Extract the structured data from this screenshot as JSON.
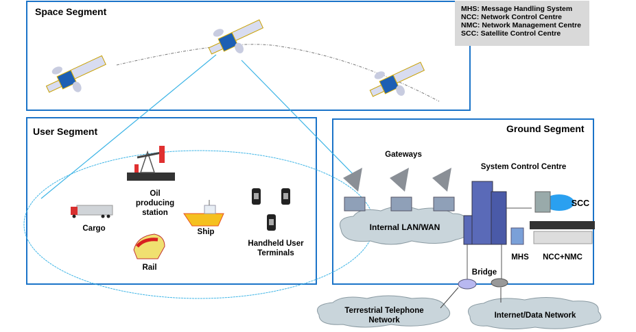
{
  "legend": {
    "items": [
      "MHS: Message Handling System",
      "NCC: Network Control Centre",
      "NMC: Network Management Centre",
      "SCC: Satellite Control Centre"
    ]
  },
  "space_segment": {
    "title": "Space Segment",
    "satellites": [
      "satellite-left",
      "satellite-center",
      "satellite-right"
    ]
  },
  "user_segment": {
    "title": "User Segment",
    "items": {
      "cargo": "Cargo",
      "oil_line1": "Oil",
      "oil_line2": "producing",
      "oil_line3": "station",
      "ship": "Ship",
      "rail": "Rail",
      "handheld_line1": "Handheld User",
      "handheld_line2": "Terminals"
    }
  },
  "ground_segment": {
    "title": "Ground Segment",
    "gateways": "Gateways",
    "scc_center": "System Control Centre",
    "scc": "SCC",
    "internal_lan": "Internal LAN/WAN",
    "mhs": "MHS",
    "ncc_nmc": "NCC+NMC",
    "bridge": "Bridge"
  },
  "external": {
    "telephone_line1": "Terrestrial Telephone",
    "telephone_line2": "Network",
    "internet": "Internet/Data Network"
  },
  "colors": {
    "box_border": "#1a73c8",
    "beam": "#3cb4e6",
    "legend_bg": "#d9d9d9",
    "cloud": "#c9d5db"
  }
}
